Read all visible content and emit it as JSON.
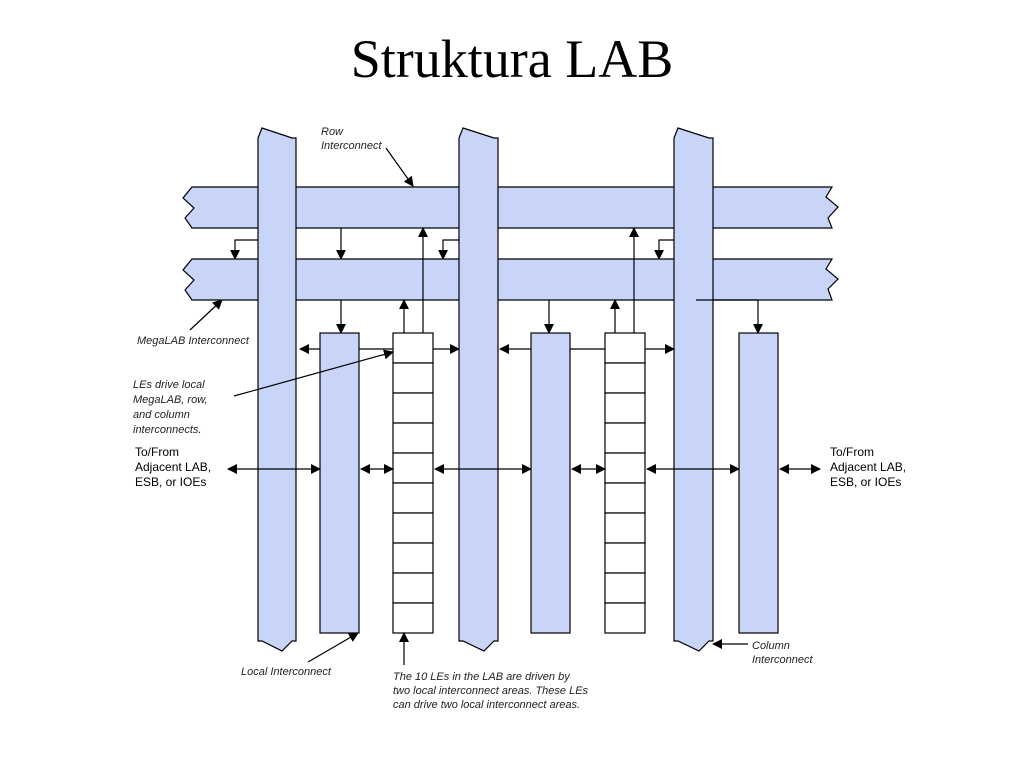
{
  "title": "Struktura LAB",
  "diagram": {
    "fill_color": "#c8d4f8",
    "labels": {
      "row_interconnect": [
        "Row",
        "Interconnect"
      ],
      "megalab_interconnect": [
        "MegaLAB Interconnect"
      ],
      "les_drive": [
        "LEs drive local",
        "MegaLAB, row,",
        "and column",
        "interconnects."
      ],
      "to_from_left": [
        "To/From",
        "Adjacent LAB,",
        "ESB, or IOEs"
      ],
      "to_from_right": [
        "To/From",
        "Adjacent LAB,",
        "ESB, or IOEs"
      ],
      "local_interconnect": [
        "Local Interconnect"
      ],
      "ten_les": [
        "The 10 LEs in the LAB are driven by",
        "two local interconnect areas. These LEs",
        "can drive two local interconnect areas."
      ],
      "column_interconnect": [
        "Column",
        "Interconnect"
      ]
    },
    "le_count": 10
  }
}
